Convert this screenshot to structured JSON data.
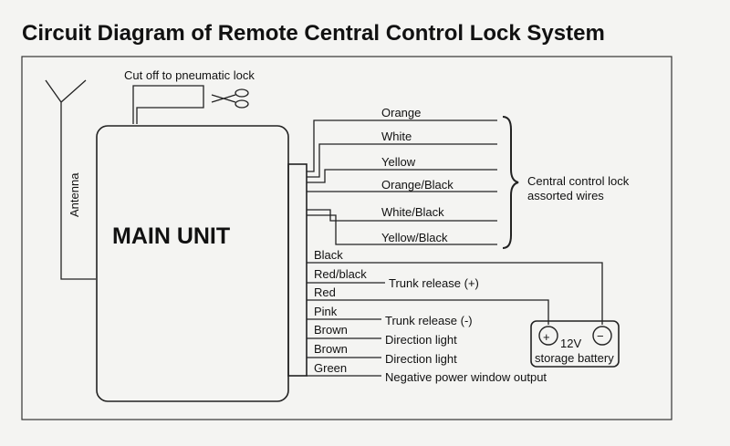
{
  "title": "Circuit Diagram of Remote Central Control Lock System",
  "main_unit_label": "MAIN UNIT",
  "antenna_label": "Antenna",
  "cutoff_label": "Cut off to pneumatic lock",
  "lock_wires": [
    "Orange",
    "White",
    "Yellow",
    "Orange/Black",
    "White/Black",
    "Yellow/Black"
  ],
  "lock_group_label": [
    "Central control lock",
    "assorted wires"
  ],
  "lower_wires": [
    "Black",
    "Red/black",
    "Red",
    "Pink",
    "Brown",
    "Brown",
    "Green"
  ],
  "trunk_plus_label": "Trunk release (+)",
  "trunk_minus_label": "Trunk release (-)",
  "direction_light_1": "Direction light",
  "direction_light_2": "Direction light",
  "window_label": "Negative power window output",
  "battery": {
    "voltage": "12V",
    "label": "storage battery",
    "plus_symbol": "+",
    "minus_symbol": "−"
  }
}
